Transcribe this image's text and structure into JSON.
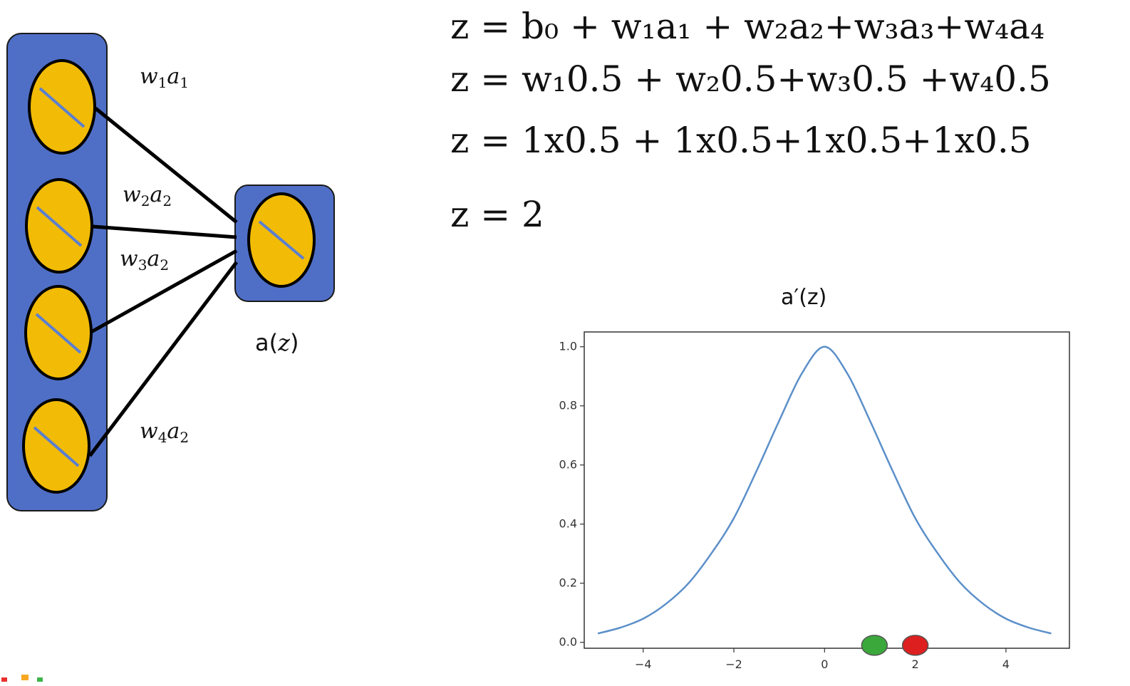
{
  "network": {
    "input_neurons": 4,
    "weight_labels": [
      {
        "w": "w",
        "w_sub": "1",
        "a": "a",
        "a_sub": "1"
      },
      {
        "w": "w",
        "w_sub": "2",
        "a": "a",
        "a_sub": "2"
      },
      {
        "w": "w",
        "w_sub": "3",
        "a": "a",
        "a_sub": "2"
      },
      {
        "w": "w",
        "w_sub": "4",
        "a": "a",
        "a_sub": "2"
      }
    ],
    "output_label_prefix": "a(",
    "output_label_var": "z",
    "output_label_suffix": ")",
    "colors": {
      "box": "#4f6fc7",
      "neuron": "#f2bb05",
      "slash": "#5b7fd0",
      "line": "#000000"
    }
  },
  "equations": {
    "eq1": "z = b₀ + w₁a₁ + w₂a₂+w₃a₃+w₄a₄",
    "eq2": "z = w₁0.5 + w₂0.5+w₃0.5 +w₄0.5",
    "eq3": "z = 1x0.5 + 1x0.5+1x0.5+1x0.5",
    "eq4": "z = 2"
  },
  "chart_data": {
    "type": "line",
    "title": "a′(z)",
    "xlim": [
      -5.3,
      5.4
    ],
    "ylim": [
      -0.02,
      1.05
    ],
    "x_ticks": [
      -4,
      -2,
      0,
      2,
      4
    ],
    "x_tick_labels": [
      "−4",
      "−2",
      "0",
      "2",
      "4"
    ],
    "y_ticks": [
      0.0,
      0.2,
      0.4,
      0.6,
      0.8,
      1.0
    ],
    "y_tick_labels": [
      "0.0",
      "0.2",
      "0.4",
      "0.6",
      "0.8",
      "1.0"
    ],
    "series": [
      {
        "x": [
          -5.0,
          -4.5,
          -4.0,
          -3.5,
          -3.0,
          -2.5,
          -2.0,
          -1.5,
          -1.0,
          -0.5,
          0.0,
          0.5,
          1.0,
          1.5,
          2.0,
          2.5,
          3.0,
          3.5,
          4.0,
          4.5,
          5.0
        ],
        "values": [
          0.03,
          0.05,
          0.08,
          0.13,
          0.2,
          0.3,
          0.42,
          0.58,
          0.75,
          0.91,
          1.0,
          0.91,
          0.75,
          0.58,
          0.42,
          0.3,
          0.2,
          0.13,
          0.08,
          0.05,
          0.03
        ],
        "color": "#5b8fc9"
      }
    ],
    "markers": [
      {
        "x": 1.1,
        "y": -0.01,
        "color": "#3aa83a"
      },
      {
        "x": 2.0,
        "y": -0.01,
        "color": "#dd1f1f"
      }
    ],
    "grid": false
  },
  "logo": {
    "colors": [
      "#e8312f",
      "#f7a823",
      "#3cb54a"
    ]
  }
}
